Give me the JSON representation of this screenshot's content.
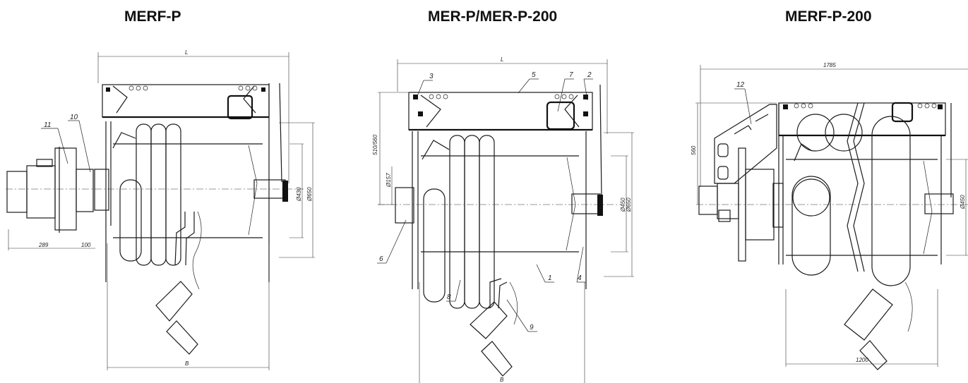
{
  "titles": {
    "left": "MERF-P",
    "center": "MER-P/MER-P-200",
    "right": "MERF-P-200"
  },
  "left_drawing": {
    "dim_length": "L",
    "dim_width": "B",
    "dim_dia_1": "Ø430",
    "dim_dia_2": "Ø650",
    "dim_fan": "289",
    "dim_flange": "100",
    "callouts": [
      "10",
      "11"
    ]
  },
  "center_drawing": {
    "dim_length": "L",
    "dim_width": "B",
    "dim_height": "510/560",
    "dim_dia_small": "Ø157",
    "dim_dia_1": "Ø450",
    "dim_dia_2": "Ø650",
    "callouts": [
      "1",
      "2",
      "3",
      "4",
      "5",
      "6",
      "7",
      "8",
      "9"
    ]
  },
  "right_drawing": {
    "dim_length": "1785",
    "dim_width": "1200",
    "dim_height": "560",
    "dim_dia_1": "Ø450",
    "callouts": [
      "12"
    ]
  }
}
